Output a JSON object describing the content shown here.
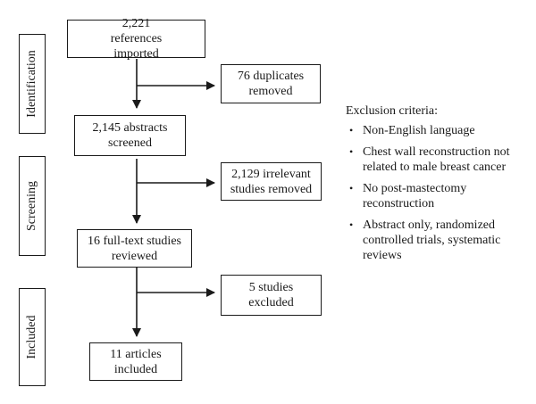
{
  "stages": [
    {
      "label": "Identification"
    },
    {
      "label": "Screening"
    },
    {
      "label": "Included"
    }
  ],
  "flow": {
    "imported": "2,221 references imported",
    "duplicates": "76 duplicates removed",
    "screened": "2,145 abstracts screened",
    "irrelevant": "2,129 irrelevant studies removed",
    "fulltext": "16 full-text studies reviewed",
    "excluded": "5 studies excluded",
    "included": "11 articles included"
  },
  "exclusion": {
    "heading": "Exclusion criteria:",
    "bullet_symbol": "•",
    "items": [
      "Non-English language",
      "Chest wall reconstruction not related to male breast cancer",
      "No post-mastectomy reconstruction",
      "Abstract only, randomized controlled trials, systematic reviews"
    ]
  }
}
